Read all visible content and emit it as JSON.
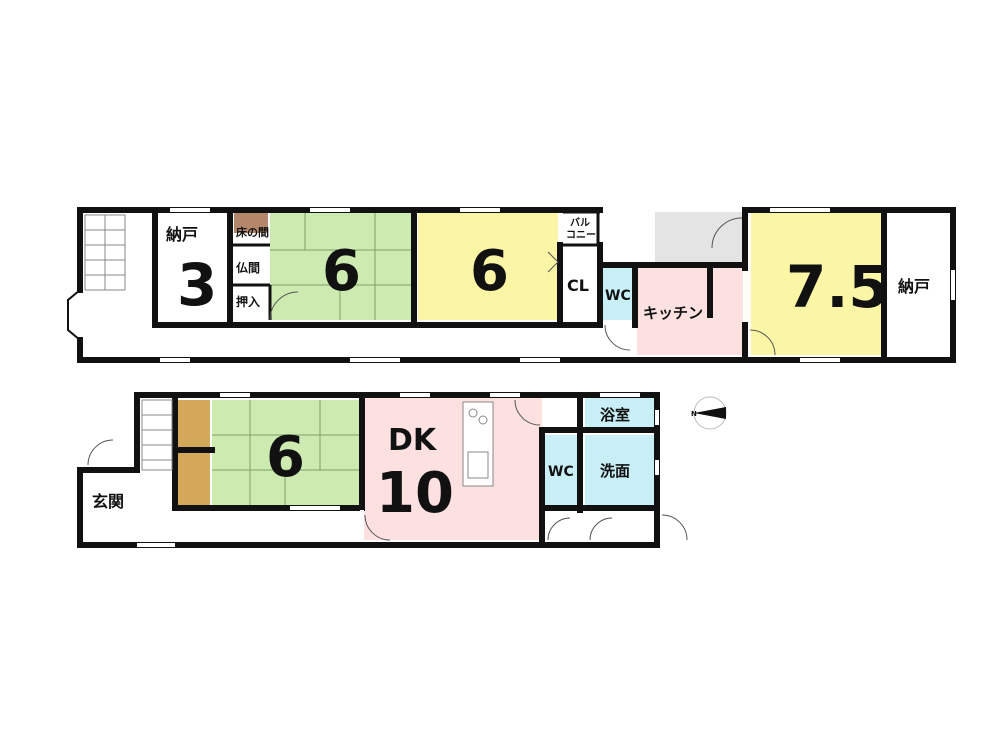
{
  "colors": {
    "wall": "#111111",
    "tatami": "#cdeab0",
    "western": "#fbf6a6",
    "kitchen": "#fde0e0",
    "wet": "#c8eef6",
    "tokonoma": "#d4a85a",
    "balcony": "#dddddd",
    "white": "#ffffff"
  },
  "upper_floor": {
    "storage_left_label": "納戸",
    "storage_left_size": "3",
    "tokonoma_label": "床の間",
    "butsuma_label": "仏間",
    "oshiire_label": "押入",
    "tatami_size": "6",
    "western_size": "6",
    "balcony_label_1": "バル",
    "balcony_label_2": "コニー",
    "closet_label": "CL",
    "wc_label": "WC",
    "kitchen_label": "キッチン",
    "large_room_size": "7.5",
    "storage_right_label": "納戸"
  },
  "lower_floor": {
    "entrance_label": "玄関",
    "tatami_size": "6",
    "dk_label": "DK",
    "dk_size": "10",
    "wc_label": "WC",
    "bath_label": "浴室",
    "washroom_label": "洗面"
  },
  "compass": {
    "north_letter": "N",
    "icon": "compass-icon"
  }
}
